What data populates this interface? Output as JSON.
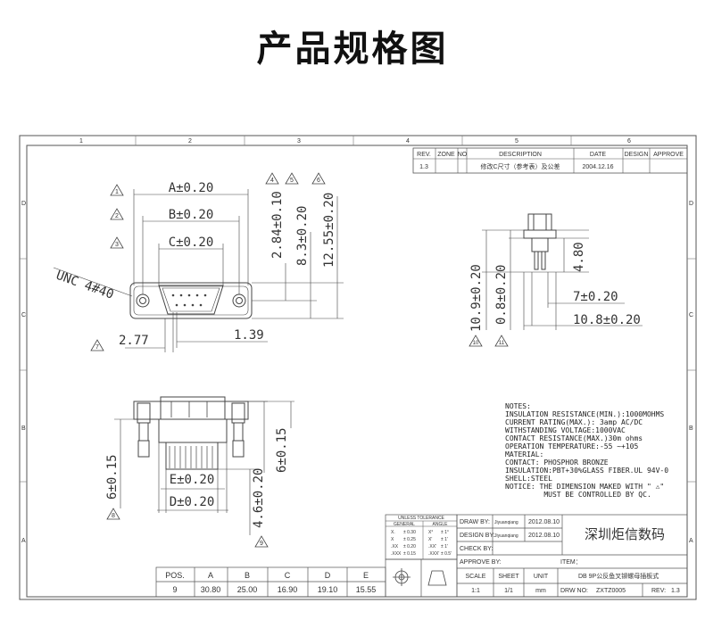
{
  "page_title": "产品规格图",
  "grid": {
    "columns": [
      "1",
      "2",
      "3",
      "4",
      "5",
      "6"
    ],
    "rows": [
      "D",
      "C",
      "B",
      "A"
    ]
  },
  "revision_table": {
    "headers": [
      "REV.",
      "ZONE",
      "NO",
      "DESCRIPTION",
      "DATE",
      "DESIGN",
      "APPROVE"
    ],
    "row": {
      "rev": "1.3",
      "description": "修改C尺寸（参考表）及公差",
      "date": "2004.12.16"
    }
  },
  "front_view": {
    "dims": {
      "a": "A±0.20",
      "b": "B±0.20",
      "c": "C±0.20",
      "h1": "2.84±0.10",
      "h2": "8.3±0.20",
      "h3": "12.55±0.20",
      "w1": "2.77",
      "w2": "1.39"
    },
    "unc_label": "UNC  4#40",
    "markers": [
      "1",
      "2",
      "3",
      "4",
      "5",
      "6",
      "7"
    ]
  },
  "side_view": {
    "dims": {
      "h_total": "10.9±0.20",
      "h_mid": "0.8±0.20",
      "pin": "4.80",
      "w1": "7±0.20",
      "w2": "10.8±0.20"
    },
    "markers": [
      "10",
      "11"
    ]
  },
  "bottom_view": {
    "dims": {
      "left": "6±0.15",
      "right": "6±0.15",
      "e": "E±0.20",
      "d": "D±0.20",
      "h": "4.6±0.20"
    },
    "markers": [
      "8",
      "9"
    ]
  },
  "notes": [
    "NOTES:",
    "INSULATION RESISTANCE(MIN.):1000MOHMS",
    "CURRENT RATING(MAX.): 3amp AC/DC",
    "WITHSTANDING VOLTAGE:1000VAC",
    "CONTACT RESISTANCE(MAX.)30m ohms",
    "OPERATION TEMPERATURE:-55 ~+105",
    "MATERIAL:",
    "CONTACT: PHOSPHOR BRONZE",
    "INSULATION:PBT+30%GLASS FIBER.UL 94V-0",
    "SHELL:STEEL",
    "NOTICE: THE DIMENSION MAKED WITH \" ⚠\"",
    "         MUST BE CONTROLLED BY QC."
  ],
  "tolerance_table": {
    "title_left": "UNLESS TOLERANCE",
    "col_general": "GENERAL",
    "col_angle": "ANGLE",
    "rows": [
      [
        "X.",
        "± 0.30",
        "X°",
        "± 1°"
      ],
      [
        "X",
        "± 0.25",
        "X'",
        "± 1'"
      ],
      [
        ".XX",
        "± 0.20",
        ".XX'",
        "± 1'"
      ],
      [
        ".XXX",
        "± 0.15",
        ".XXX'",
        "± 0.5'"
      ]
    ]
  },
  "title_block": {
    "draw_by_label": "DRAW BY:",
    "draw_by": "Jiyuanqiang",
    "draw_date": "2012.08.10",
    "design_by_label": "DESIGN BY:",
    "design_by": "Jiyuanqiang",
    "design_date": "2012.08.10",
    "check_by_label": "CHECK BY:",
    "approve_by_label": "APPROVE BY:",
    "company": "深圳炬信数码",
    "item_label": "ITEM：",
    "item_name": "DB 9P公反鱼叉铆螺母插板式",
    "scale_label": "SCALE",
    "sheet_label": "SHEET",
    "unit_label": "UNIT",
    "scale": "1:1",
    "sheet": "1/1",
    "unit": "mm",
    "drw_no_label": "DRW NO:",
    "drw_no": "ZXTZ0005",
    "rev_label": "REV:",
    "rev": "1.3"
  },
  "pos_table": {
    "headers": [
      "POS.",
      "A",
      "B",
      "C",
      "D",
      "E"
    ],
    "row": [
      "9",
      "30.80",
      "25.00",
      "16.90",
      "19.10",
      "15.55"
    ]
  }
}
